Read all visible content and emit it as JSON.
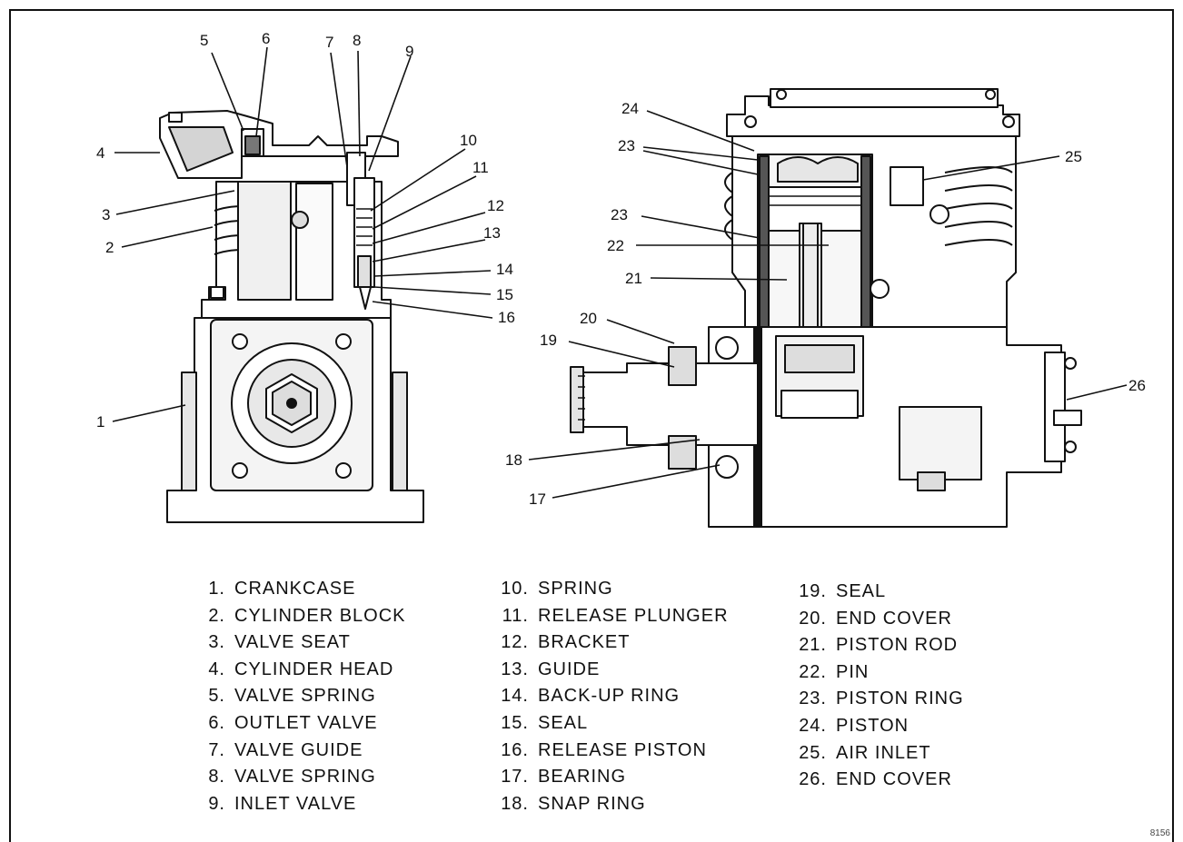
{
  "callouts": [
    "1",
    "2",
    "3",
    "4",
    "5",
    "6",
    "7",
    "8",
    "9",
    "10",
    "11",
    "12",
    "13",
    "14",
    "15",
    "16",
    "17",
    "18",
    "19",
    "20",
    "21",
    "22",
    "23",
    "23",
    "23",
    "24",
    "25",
    "26"
  ],
  "legend": {
    "col1": [
      {
        "num": "1.",
        "label": "CRANKCASE"
      },
      {
        "num": "2.",
        "label": "CYLINDER BLOCK"
      },
      {
        "num": "3.",
        "label": "VALVE SEAT"
      },
      {
        "num": "4.",
        "label": "CYLINDER HEAD"
      },
      {
        "num": "5.",
        "label": "VALVE SPRING"
      },
      {
        "num": "6.",
        "label": "OUTLET VALVE"
      },
      {
        "num": "7.",
        "label": "VALVE GUIDE"
      },
      {
        "num": "8.",
        "label": "VALVE SPRING"
      },
      {
        "num": "9.",
        "label": "INLET VALVE"
      }
    ],
    "col2": [
      {
        "num": "10.",
        "label": "SPRING"
      },
      {
        "num": "11.",
        "label": "RELEASE PLUNGER"
      },
      {
        "num": "12.",
        "label": "BRACKET"
      },
      {
        "num": "13.",
        "label": "GUIDE"
      },
      {
        "num": "14.",
        "label": "BACK-UP RING"
      },
      {
        "num": "15.",
        "label": "SEAL"
      },
      {
        "num": "16.",
        "label": "RELEASE PISTON"
      },
      {
        "num": "17.",
        "label": "BEARING"
      },
      {
        "num": "18.",
        "label": "SNAP RING"
      }
    ],
    "col3": [
      {
        "num": "19.",
        "label": "SEAL"
      },
      {
        "num": "20.",
        "label": "END COVER"
      },
      {
        "num": "21.",
        "label": "PISTON ROD"
      },
      {
        "num": "22.",
        "label": "PIN"
      },
      {
        "num": "23.",
        "label": "PISTON RING"
      },
      {
        "num": "24.",
        "label": "PISTON"
      },
      {
        "num": "25.",
        "label": "AIR INLET"
      },
      {
        "num": "26.",
        "label": "END COVER"
      }
    ]
  },
  "figure_ref": "8156",
  "colors": {
    "ink": "#111111",
    "paper": "#ffffff",
    "shade": "#d9d9d9"
  }
}
